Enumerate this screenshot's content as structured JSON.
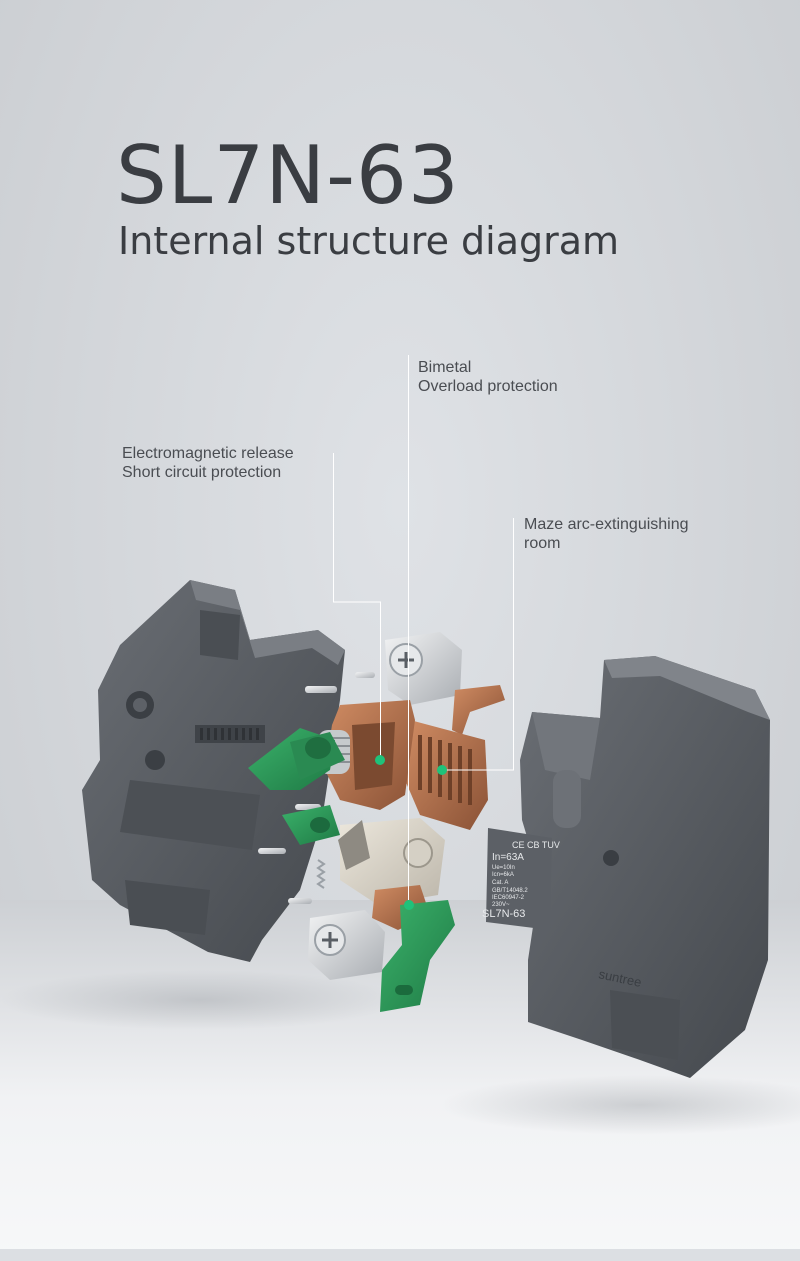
{
  "header": {
    "title": "SL7N-63",
    "subtitle": "Internal structure diagram"
  },
  "callouts": [
    {
      "line1": "Bimetal",
      "line2": "Overload protection"
    },
    {
      "line1": "Electromagnetic release",
      "line2": "Short circuit protection"
    },
    {
      "line1": "Maze arc-extinguishing",
      "line2": "room"
    }
  ],
  "product_label": {
    "certs": "CE CB TUV",
    "rating": "In=63A",
    "spec1": "Ue=10In",
    "spec2": "Icn=6kA",
    "category": "Cat. A",
    "standard1": "GB/T14048.2",
    "standard2": "IEC60947-2",
    "voltage": "230V~",
    "model": "SL7N-63",
    "brand": "suntree"
  },
  "colors": {
    "housing": "#55595f",
    "copper": "#b0704c",
    "green": "#2e9a5a",
    "marker": "#1fc27a",
    "leader_line": "#ffffff",
    "text": "#3a3d42"
  }
}
